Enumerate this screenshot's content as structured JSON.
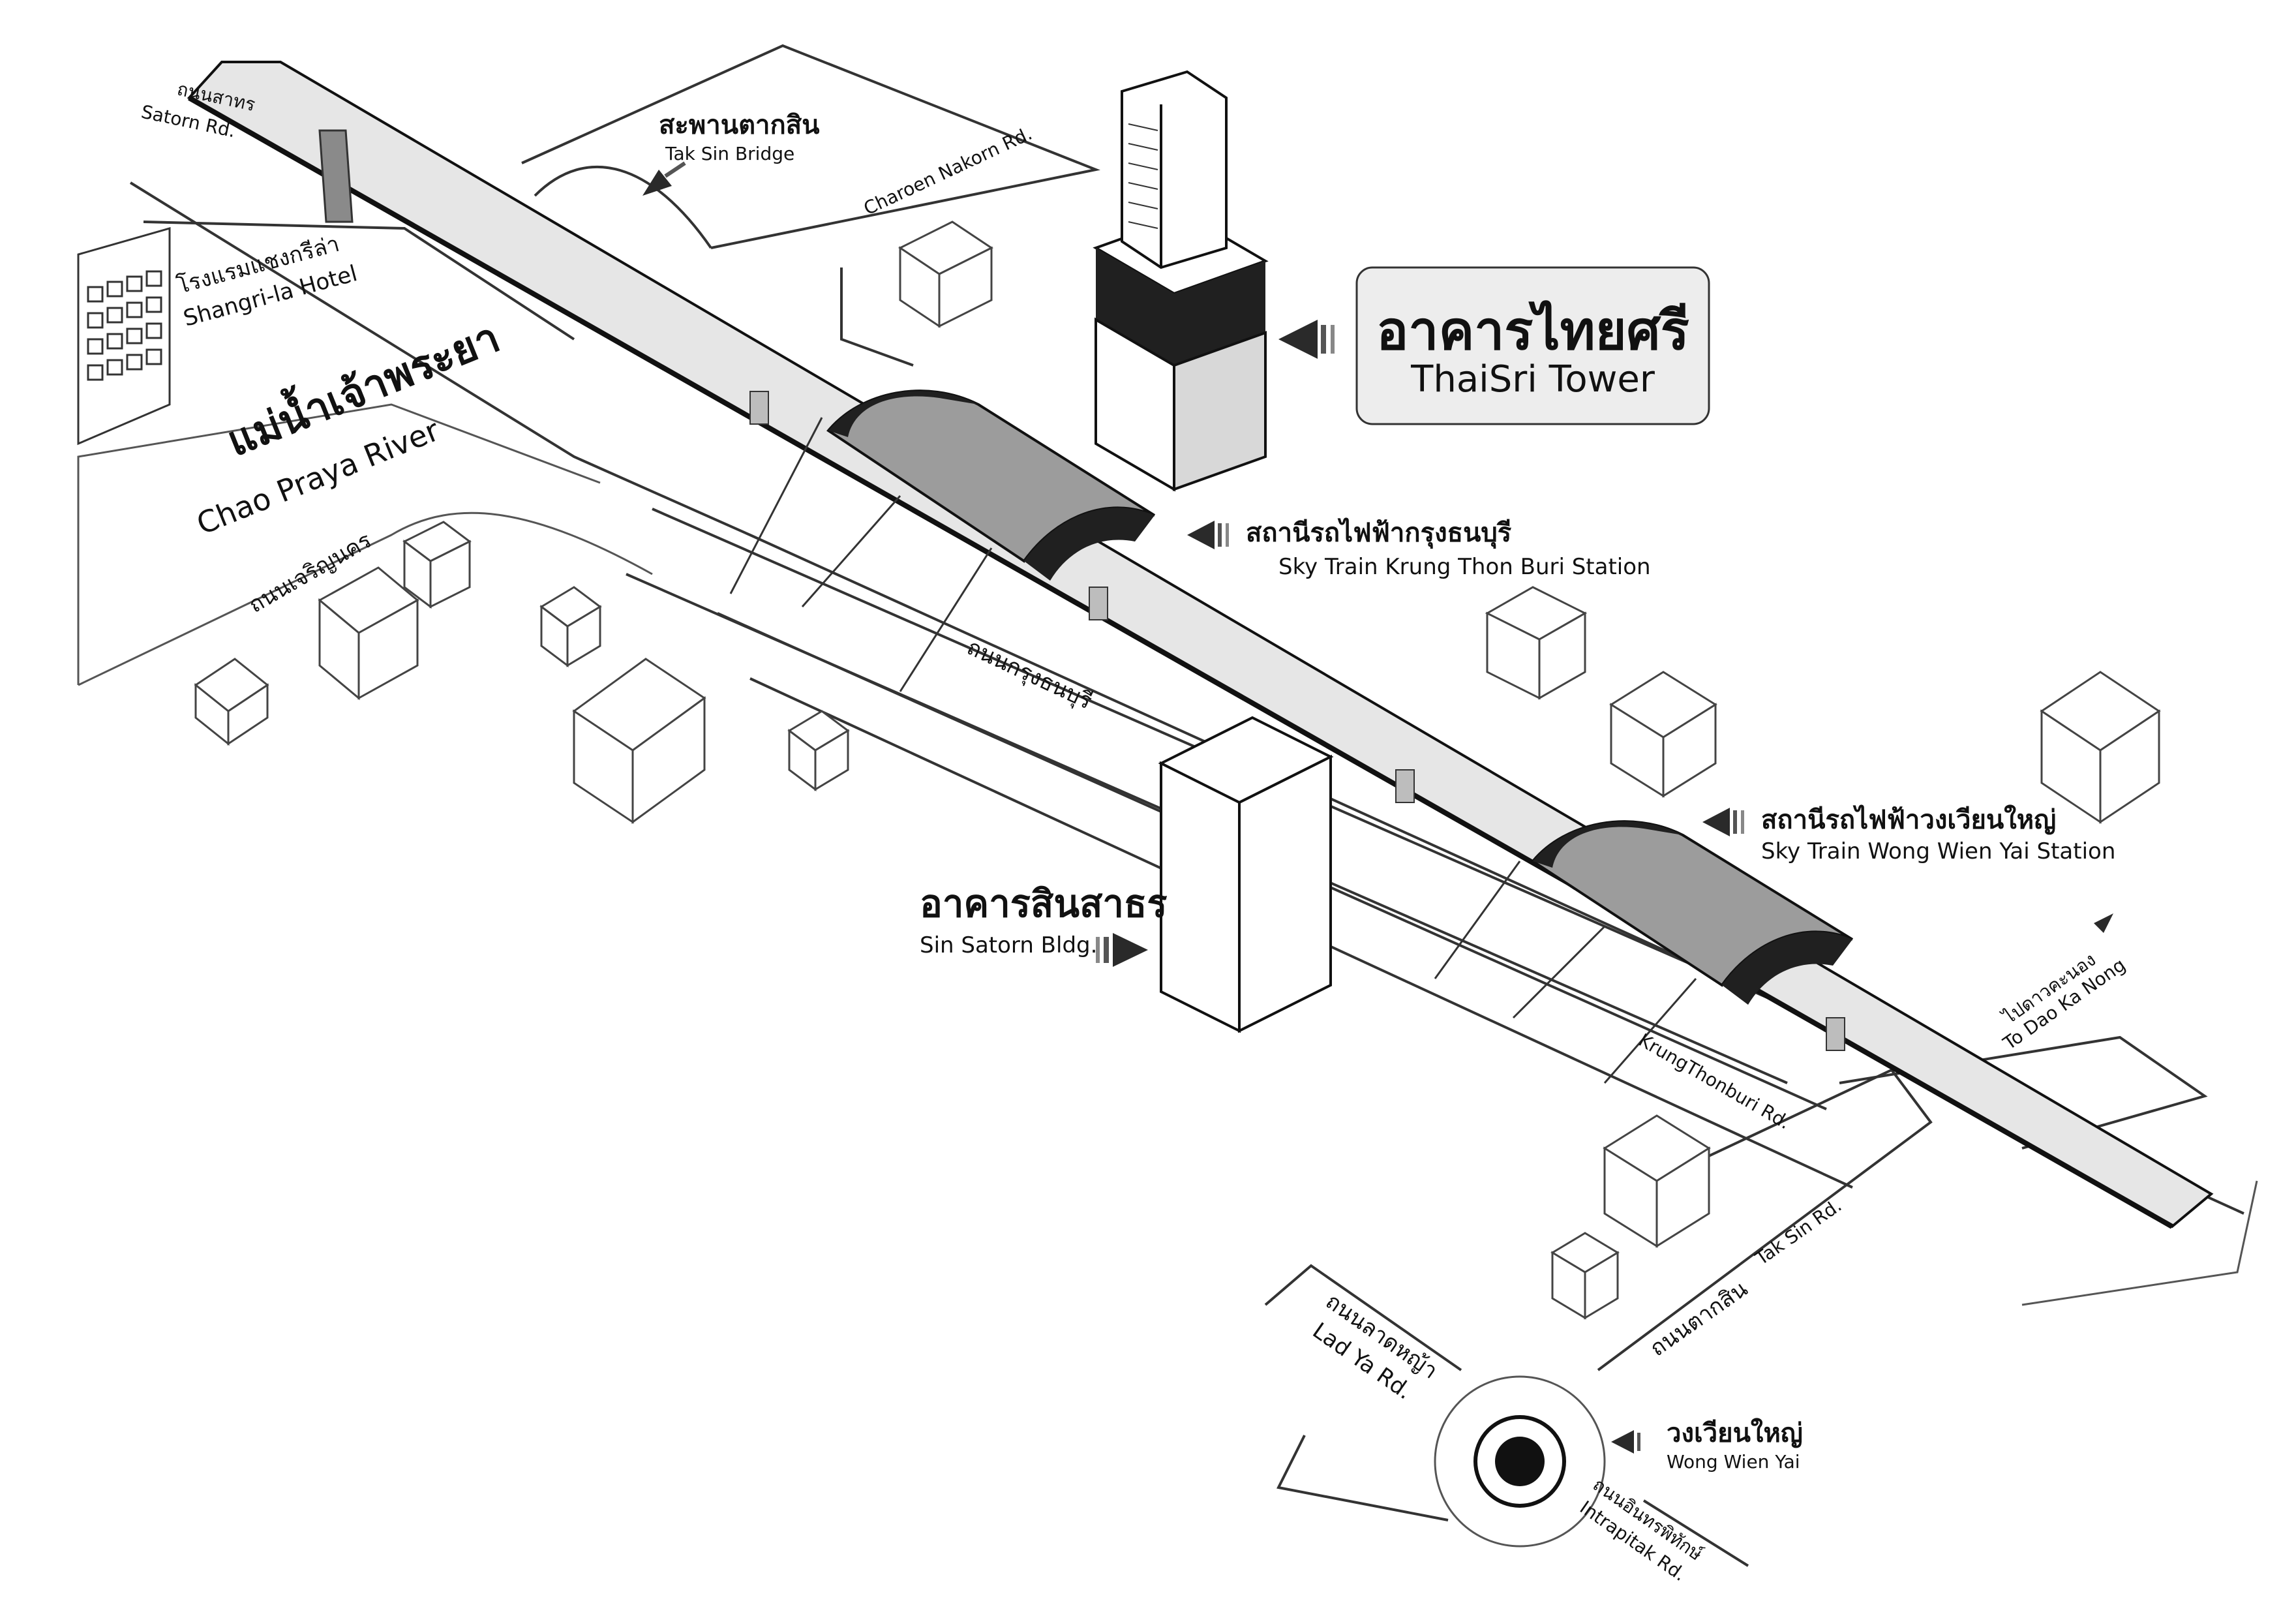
{
  "map": {
    "colors": {
      "background": "#ffffff",
      "track": "#e6e6e6",
      "canopy": "#9c9c9c",
      "canopy_dark": "#202020",
      "label_box": "#ededed",
      "ink": "#222222"
    },
    "landmarks": {
      "thaisri_tower": {
        "th": "อาคารไทยศรี",
        "en": "ThaiSri Tower",
        "icon": "highlight-arrow-icon"
      },
      "sin_satorn": {
        "th": "อาคารสินสาธร",
        "en": "Sin Satorn Bldg.",
        "icon": "arrow-right-icon"
      },
      "shangri_la": {
        "th": "โรงแรมแชงกรีล่า",
        "en": "Shangri-la Hotel"
      }
    },
    "stations": {
      "krung_thon_buri": {
        "th": "สถานีรถไฟฟ้ากรุงธนบุรี",
        "en": "Sky Train Krung Thon Buri Station",
        "icon": "arrow-left-icon"
      },
      "wong_wien_yai": {
        "th": "สถานีรถไฟฟ้าวงเวียนใหญ่",
        "en": "Sky Train Wong Wien Yai Station",
        "icon": "arrow-left-icon"
      }
    },
    "places": {
      "tak_sin_bridge": {
        "th": "สะพานตากสิน",
        "en": "Tak Sin Bridge"
      },
      "chao_praya_river": {
        "th": "แม่น้ำเจ้าพระยา",
        "en": "Chao Praya River"
      },
      "wong_wien_yai_circle": {
        "th": "วงเวียนใหญ่",
        "en": "Wong Wien Yai"
      }
    },
    "roads": {
      "satorn": {
        "th": "ถนนสาทร",
        "en": "Satorn Rd."
      },
      "charoen_nakorn_th": "ถนนเจริญนคร",
      "charoen_nakorn_en": "Charoen Nakorn Rd.",
      "krung_thonburi_th": "ถนนกรุงธนบุรี",
      "krung_thonburi_en": "KrungThonburi Rd.",
      "tak_sin_th": "ถนนตากสิน",
      "tak_sin_en": "Tak Sin Rd.",
      "lad_ya": {
        "th": "ถนนลาดหญ้า",
        "en": "Lad Ya Rd."
      },
      "intrapitak": {
        "th": "ถนนอินทรพิทักษ์",
        "en": "Intrapitak Rd."
      },
      "dao_kanong": {
        "th": "ไปดาวคะนอง",
        "en": "To Dao Ka Nong"
      }
    }
  }
}
